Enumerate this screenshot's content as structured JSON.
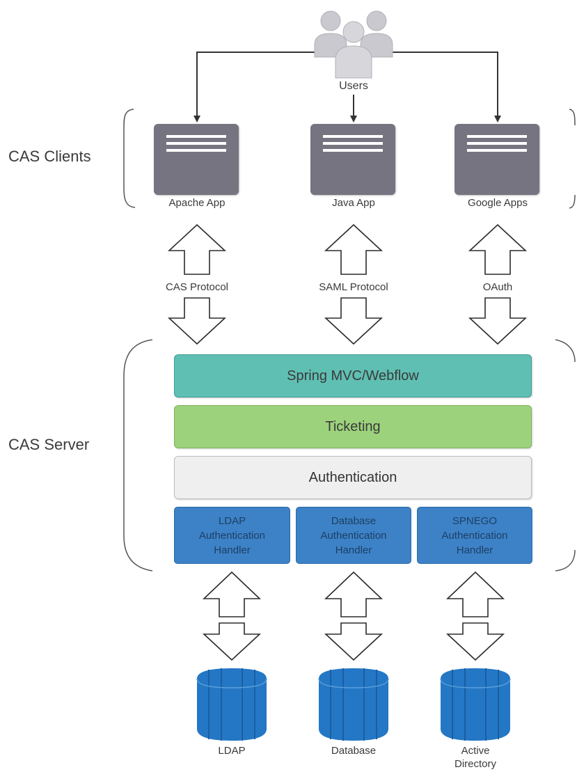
{
  "users": {
    "label": "Users"
  },
  "groups": {
    "clients_label": "CAS Clients",
    "server_label": "CAS Server"
  },
  "apps": [
    {
      "label": "Apache App"
    },
    {
      "label": "Java App"
    },
    {
      "label": "Google Apps"
    }
  ],
  "protocols": [
    {
      "label": "CAS Protocol"
    },
    {
      "label": "SAML Protocol"
    },
    {
      "label": "OAuth"
    }
  ],
  "layers": {
    "spring": "Spring MVC/Webflow",
    "ticketing": "Ticketing",
    "authentication": "Authentication"
  },
  "handlers": [
    {
      "line1": "LDAP",
      "line2": "Authentication",
      "line3": "Handler"
    },
    {
      "line1": "Database",
      "line2": "Authentication",
      "line3": "Handler"
    },
    {
      "line1": "SPNEGO",
      "line2": "Authentication",
      "line3": "Handler"
    }
  ],
  "stores": [
    {
      "line1": "LDAP",
      "line2": ""
    },
    {
      "line1": "Database",
      "line2": ""
    },
    {
      "line1": "Active",
      "line2": "Directory"
    }
  ],
  "colors": {
    "app_card": "#757480",
    "spring_layer": "#5fbfb3",
    "ticketing_layer": "#9dd27c",
    "authentication_layer": "#efefef",
    "handler": "#3d82c7",
    "database": "#2477c4",
    "users_icon": "#c9c9cf"
  }
}
